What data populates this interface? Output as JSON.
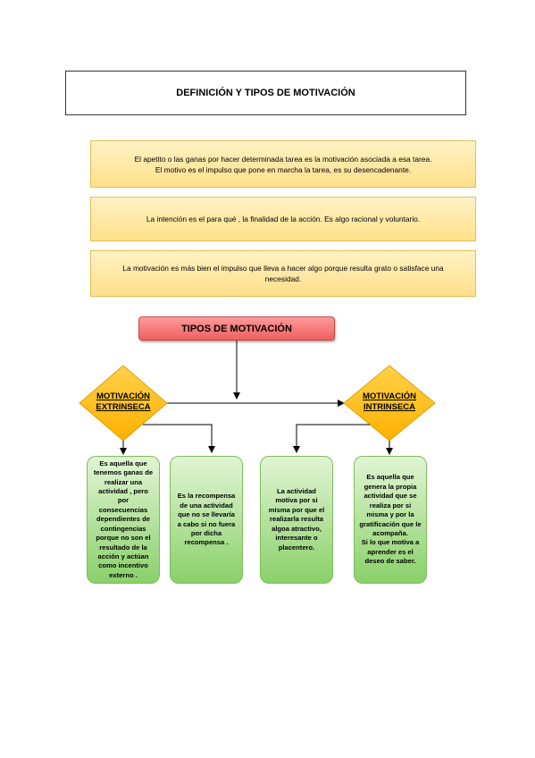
{
  "title": "DEFINICIÓN Y TIPOS DE MOTIVACIÓN",
  "definitions": [
    {
      "lines": [
        "El apetito o las ganas por hacer determinada tarea es la motivación asociada a esa tarea.",
        "El motivo es el impulso que pone en marcha la tarea, es su desencadenante."
      ]
    },
    {
      "lines": [
        "La intención es el para qué , la finalidad de la acción. Es algo racional y voluntario."
      ]
    },
    {
      "lines": [
        "La motivación es más bien el impulso que lleva a hacer algo porque resulta grato o satisface una",
        "necesidad."
      ]
    }
  ],
  "tipos_label": "TIPOS DE MOTIVACIÓN",
  "diamonds": {
    "extrinseca": [
      "MOTIVACIÓN",
      "EXTRINSECA"
    ],
    "intrinseca": [
      "MOTIVACIÓN",
      "INTRINSECA"
    ]
  },
  "boxes": [
    {
      "lines": [
        "Es aquella que",
        "tenemos ganas de",
        "realizar una",
        "actividad , pero por",
        "consecuencias",
        "dependientes de",
        "contingencias",
        "porque no son el",
        "resultado de la",
        "acción y actúan",
        "como incentivo",
        "externo ."
      ]
    },
    {
      "lines": [
        "Es la recompensa",
        "de una actividad",
        "que no se llevaría",
        "a cabo si no fuera",
        "por dicha",
        "recompensa ."
      ]
    },
    {
      "lines": [
        "La actividad",
        "motiva por si",
        "misma por que el",
        "realizarla resulta",
        "algoa atractivo,",
        "interesante o",
        "placentero."
      ]
    },
    {
      "lines": [
        "Es aquella que",
        "genera la propia",
        "actividad que se",
        "realiza por si",
        "misma y por la",
        "gratificación que le",
        "acompaña.",
        "Si lo que motiva a",
        "aprender es el",
        "deseo de saber."
      ]
    }
  ],
  "colors": {
    "definition_fill": "#ffe08a",
    "tipos_fill": "#f06060",
    "diamond_fill": "#ffc400",
    "green_fill": "#8ad06a"
  }
}
